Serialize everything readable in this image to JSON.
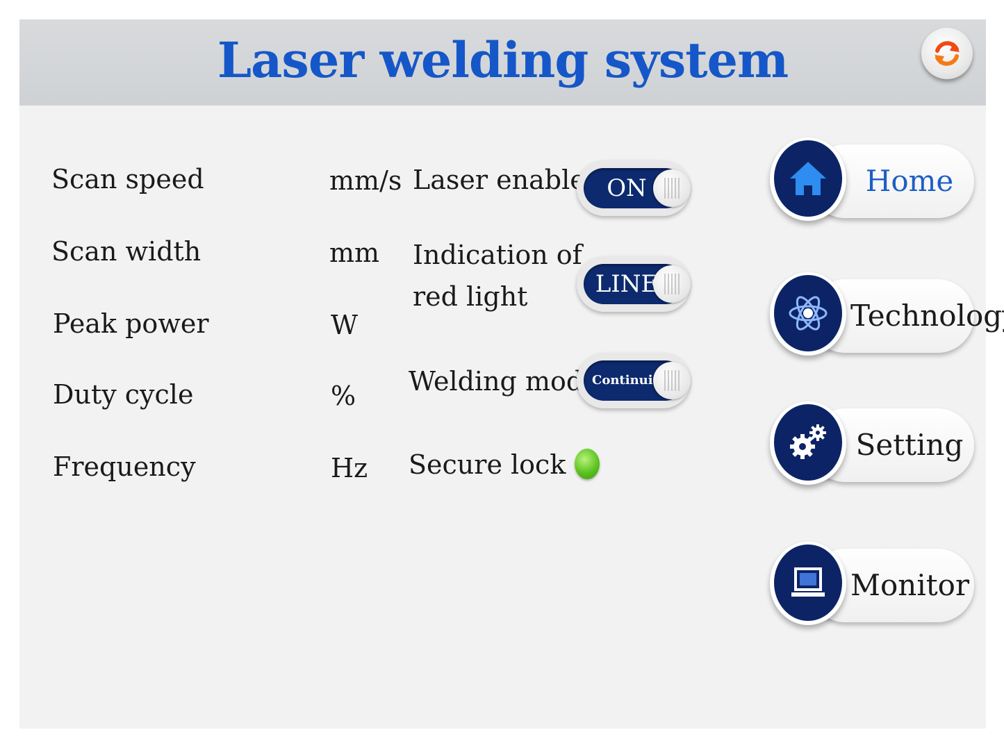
{
  "header": {
    "title": "Laser welding system",
    "refresh_icon": "refresh-icon"
  },
  "parameters": [
    {
      "label": "Scan speed",
      "unit": "mm/s"
    },
    {
      "label": "Scan width",
      "unit": "mm"
    },
    {
      "label": "Peak power",
      "unit": "W"
    },
    {
      "label": "Duty cycle",
      "unit": "%"
    },
    {
      "label": "Frequency",
      "unit": "Hz"
    }
  ],
  "status": {
    "laser_enable": {
      "label": "Laser enable",
      "value": "ON"
    },
    "red_light": {
      "label_line1": "Indication of",
      "label_line2": "red light",
      "value": "LINE"
    },
    "welding_mode": {
      "label": "Welding mode",
      "value": "Continuity"
    },
    "secure_lock": {
      "label": "Secure lock",
      "state": "on",
      "color": "#5bc21e"
    }
  },
  "nav": [
    {
      "label": "Home",
      "icon": "home-icon",
      "active": true
    },
    {
      "label": "Technology",
      "icon": "atom-icon",
      "active": false
    },
    {
      "label": "Setting",
      "icon": "gears-icon",
      "active": false
    },
    {
      "label": "Monitor",
      "icon": "monitor-icon",
      "active": false
    }
  ],
  "colors": {
    "title": "#1557c8",
    "accent_navy": "#0c2466",
    "active_nav_text": "#1d5fc4",
    "led": "#5bc21e"
  }
}
